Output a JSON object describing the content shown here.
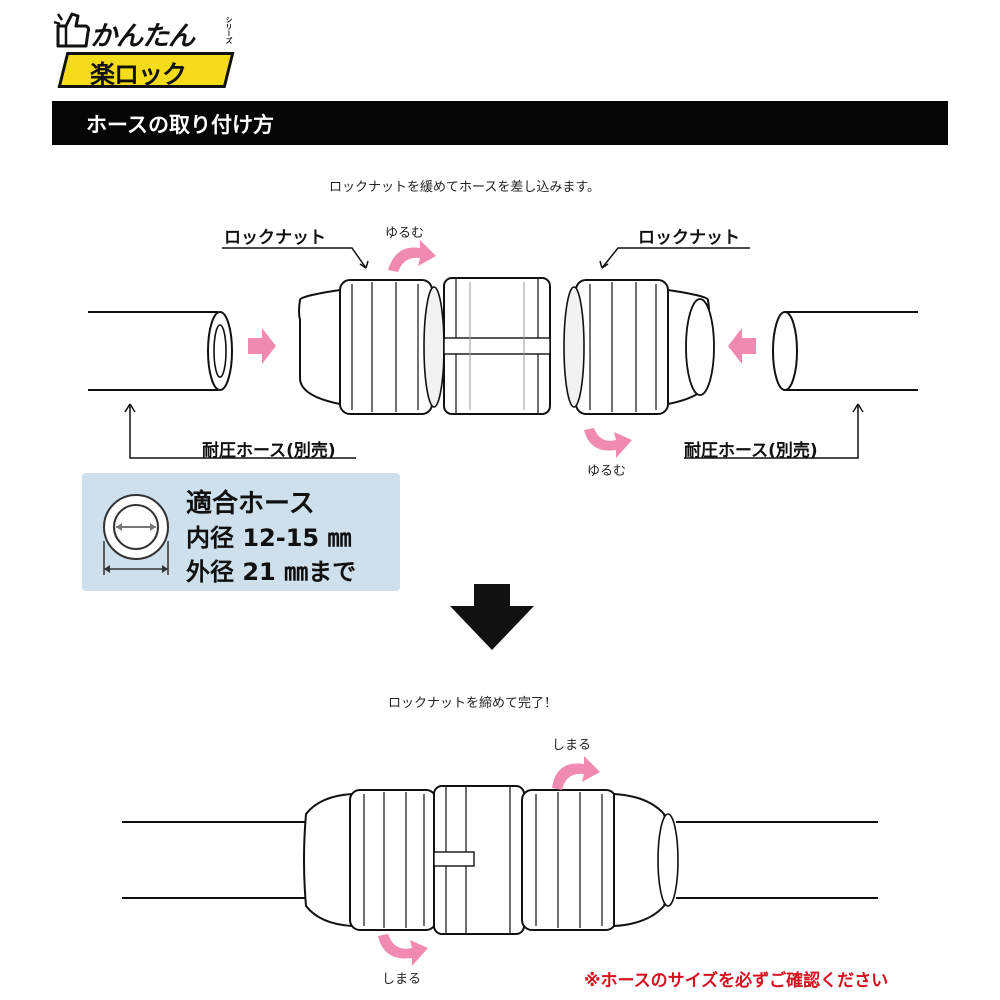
{
  "logo": {
    "top_text": "かんたん",
    "series_text": "シリーズ",
    "bottom_text": "楽ロック"
  },
  "header": {
    "title": "ホースの取り付け方"
  },
  "step1": {
    "instruction": "ロックナットを緩めてホースを差し込みます。",
    "lock_nut_left": "ロックナット",
    "lock_nut_right": "ロックナット",
    "loosen_top": "ゆるむ",
    "loosen_bottom": "ゆるむ",
    "hose_left": "耐圧ホース(別売)",
    "hose_right": "耐圧ホース(別売)"
  },
  "spec": {
    "title": "適合ホース",
    "inner_diameter": "内径 12-15 ㎜",
    "outer_diameter": "外径 21 ㎜まで"
  },
  "step2": {
    "instruction": "ロックナットを締めて完了！",
    "tighten_top": "しまる",
    "tighten_bottom": "しまる"
  },
  "warning": "※ホースのサイズを必ずご確認ください",
  "colors": {
    "arrow_pink": "#f08ab0",
    "spec_bg": "#cde0ec",
    "warning_red": "#d6101e",
    "logo_yellow": "#f4dc1a"
  }
}
